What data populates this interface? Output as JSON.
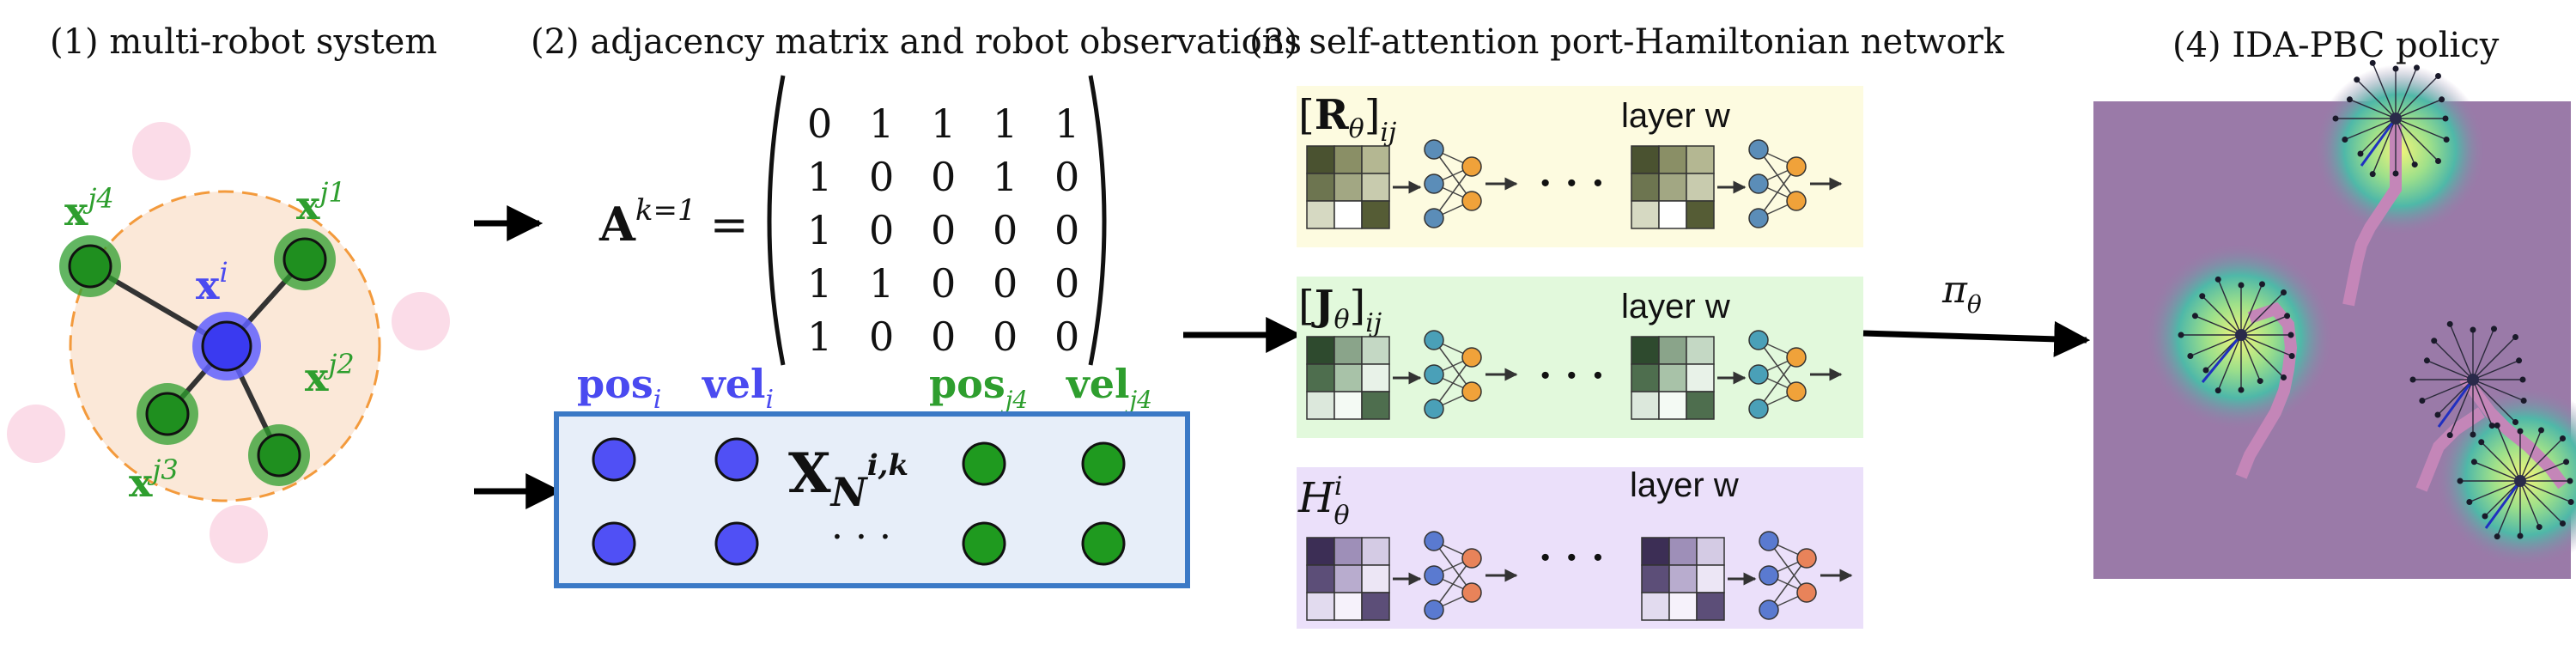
{
  "panels": {
    "p1": {
      "title": "(1) multi-robot system"
    },
    "p2": {
      "title": "(2) adjacency matrix and robot observations"
    },
    "p3": {
      "title": "(3) self-attention port-Hamiltonian network"
    },
    "p4": {
      "title": "(4) IDA-PBC policy"
    }
  },
  "robot_graph": {
    "center_label": "x",
    "center_sup": "i",
    "neighbors": [
      {
        "label": "x",
        "sup": "j4"
      },
      {
        "label": "x",
        "sup": "j1"
      },
      {
        "label": "x",
        "sup": "j2"
      },
      {
        "label": "x",
        "sup": "j3"
      }
    ],
    "colors": {
      "center": "#4a4af0",
      "neighbor": "#2e9e2e",
      "sensing": "#fbe8d8",
      "sensing_edge": "#f39a3c",
      "far": "#fbdce8"
    }
  },
  "adjacency": {
    "lhs_base": "A",
    "lhs_sup": "k=1",
    "equals": "=",
    "matrix": [
      [
        "0",
        "1",
        "1",
        "1",
        "1"
      ],
      [
        "1",
        "0",
        "0",
        "1",
        "0"
      ],
      [
        "1",
        "0",
        "0",
        "0",
        "0"
      ],
      [
        "1",
        "1",
        "0",
        "0",
        "0"
      ],
      [
        "1",
        "0",
        "0",
        "0",
        "0"
      ]
    ]
  },
  "observations": {
    "headers": [
      {
        "base": "pos",
        "sub": "i",
        "color": "#4a4af0"
      },
      {
        "base": "vel",
        "sub": "i",
        "color": "#4a4af0"
      },
      {
        "base": "pos",
        "sub": "j4",
        "color": "#2e9e2e"
      },
      {
        "base": "vel",
        "sub": "j4",
        "color": "#2e9e2e"
      }
    ],
    "symbol": "X",
    "symbol_sub": "N",
    "symbol_sup": "i,k",
    "ellipsis": "· · ·"
  },
  "network": {
    "rows": [
      {
        "name": "R",
        "theta": "θ",
        "sub": "ij",
        "layer_label": "layer w",
        "ellipsis": "· · ·",
        "bg": "#fdfbe0"
      },
      {
        "name": "J",
        "theta": "θ",
        "sub": "ij",
        "layer_label": "layer w",
        "ellipsis": "· · ·",
        "bg": "#e2f9dc"
      },
      {
        "name": "H",
        "theta": "θ",
        "sub": "i",
        "layer_label": "layer w",
        "ellipsis": "· · ·",
        "bg": "#ebe0fa"
      }
    ]
  },
  "policy": {
    "label": "π",
    "sub": "θ"
  }
}
